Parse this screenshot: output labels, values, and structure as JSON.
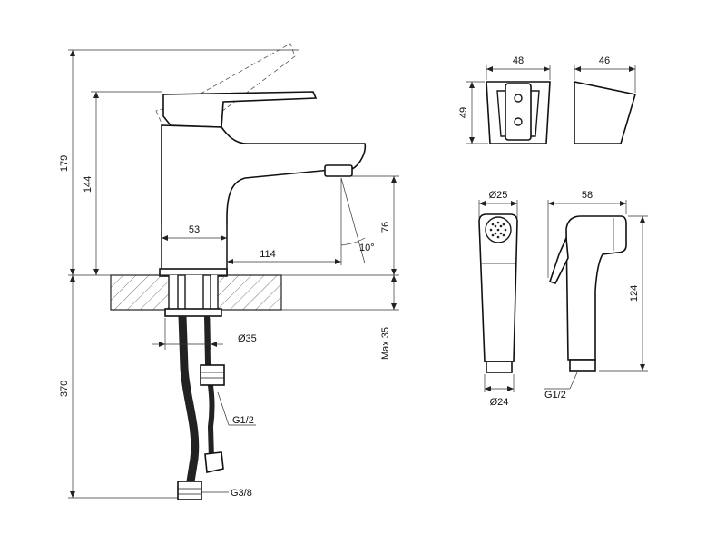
{
  "labels": {
    "d179": "179",
    "d144": "144",
    "d370": "370",
    "d53": "53",
    "d114": "114",
    "d76": "76",
    "d10deg": "10°",
    "d35dia": "Ø35",
    "max35": "Max 35",
    "g12_left": "G1/2",
    "g38": "G3/8",
    "d48": "48",
    "d46": "46",
    "d49": "49",
    "d25dia": "Ø25",
    "d58": "58",
    "d124": "124",
    "d24dia": "Ø24",
    "g12_right": "G1/2"
  }
}
